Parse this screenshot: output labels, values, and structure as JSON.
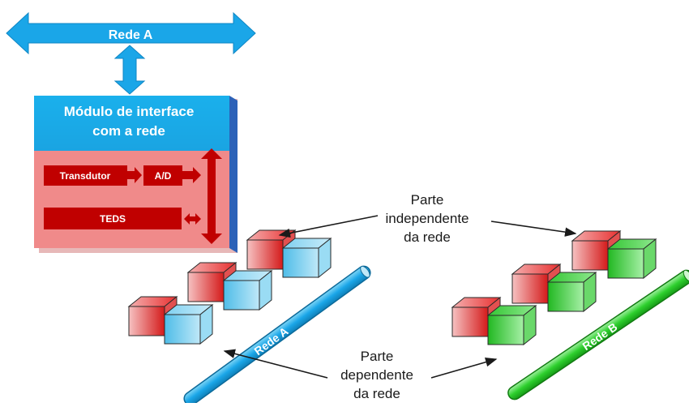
{
  "network_arrow": {
    "label": "Rede A"
  },
  "interface_module": {
    "title_line1": "Módulo de interface",
    "title_line2": "com a rede"
  },
  "blocks": {
    "transducer": "Transdutor",
    "adc": "A/D",
    "teds": "TEDS"
  },
  "annotations": {
    "independent": [
      "Parte",
      "independente",
      "da rede"
    ],
    "dependent": [
      "Parte",
      "dependente",
      "da rede"
    ]
  },
  "buses": {
    "a_label": "Rede A",
    "b_label": "Rede B"
  },
  "colors": {
    "network_blue": "#1aa6e8",
    "module_blue": "#1ab0ec",
    "module_pink": "#f08a8a",
    "block_red": "#c00000",
    "bus_green": "#2ed02e"
  }
}
